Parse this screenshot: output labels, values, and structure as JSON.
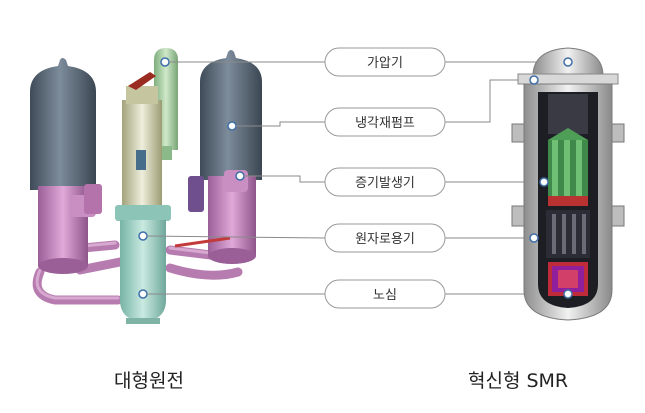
{
  "components": [
    {
      "key": "pressurizer",
      "label": "가압기"
    },
    {
      "key": "coolant_pump",
      "label": "냉각재펌프"
    },
    {
      "key": "steam_generator",
      "label": "증기발생기"
    },
    {
      "key": "reactor_vessel",
      "label": "원자로용기"
    },
    {
      "key": "core",
      "label": "노심"
    }
  ],
  "captions": {
    "large_plant": "대형원전",
    "smr": "혁신형 SMR"
  },
  "colors": {
    "pill_border": "#9a9a9a",
    "leader_line": "#7f7f7f",
    "marker_fill": "#ffffff",
    "marker_stroke": "#3f6fa8",
    "vessel_gray": "#5e6f80",
    "pipe_pink": "#c888c0",
    "pressurizer_green": "#9cc69b",
    "reactor_mint": "#9ed0c4",
    "core_red": "#c23a3a"
  }
}
